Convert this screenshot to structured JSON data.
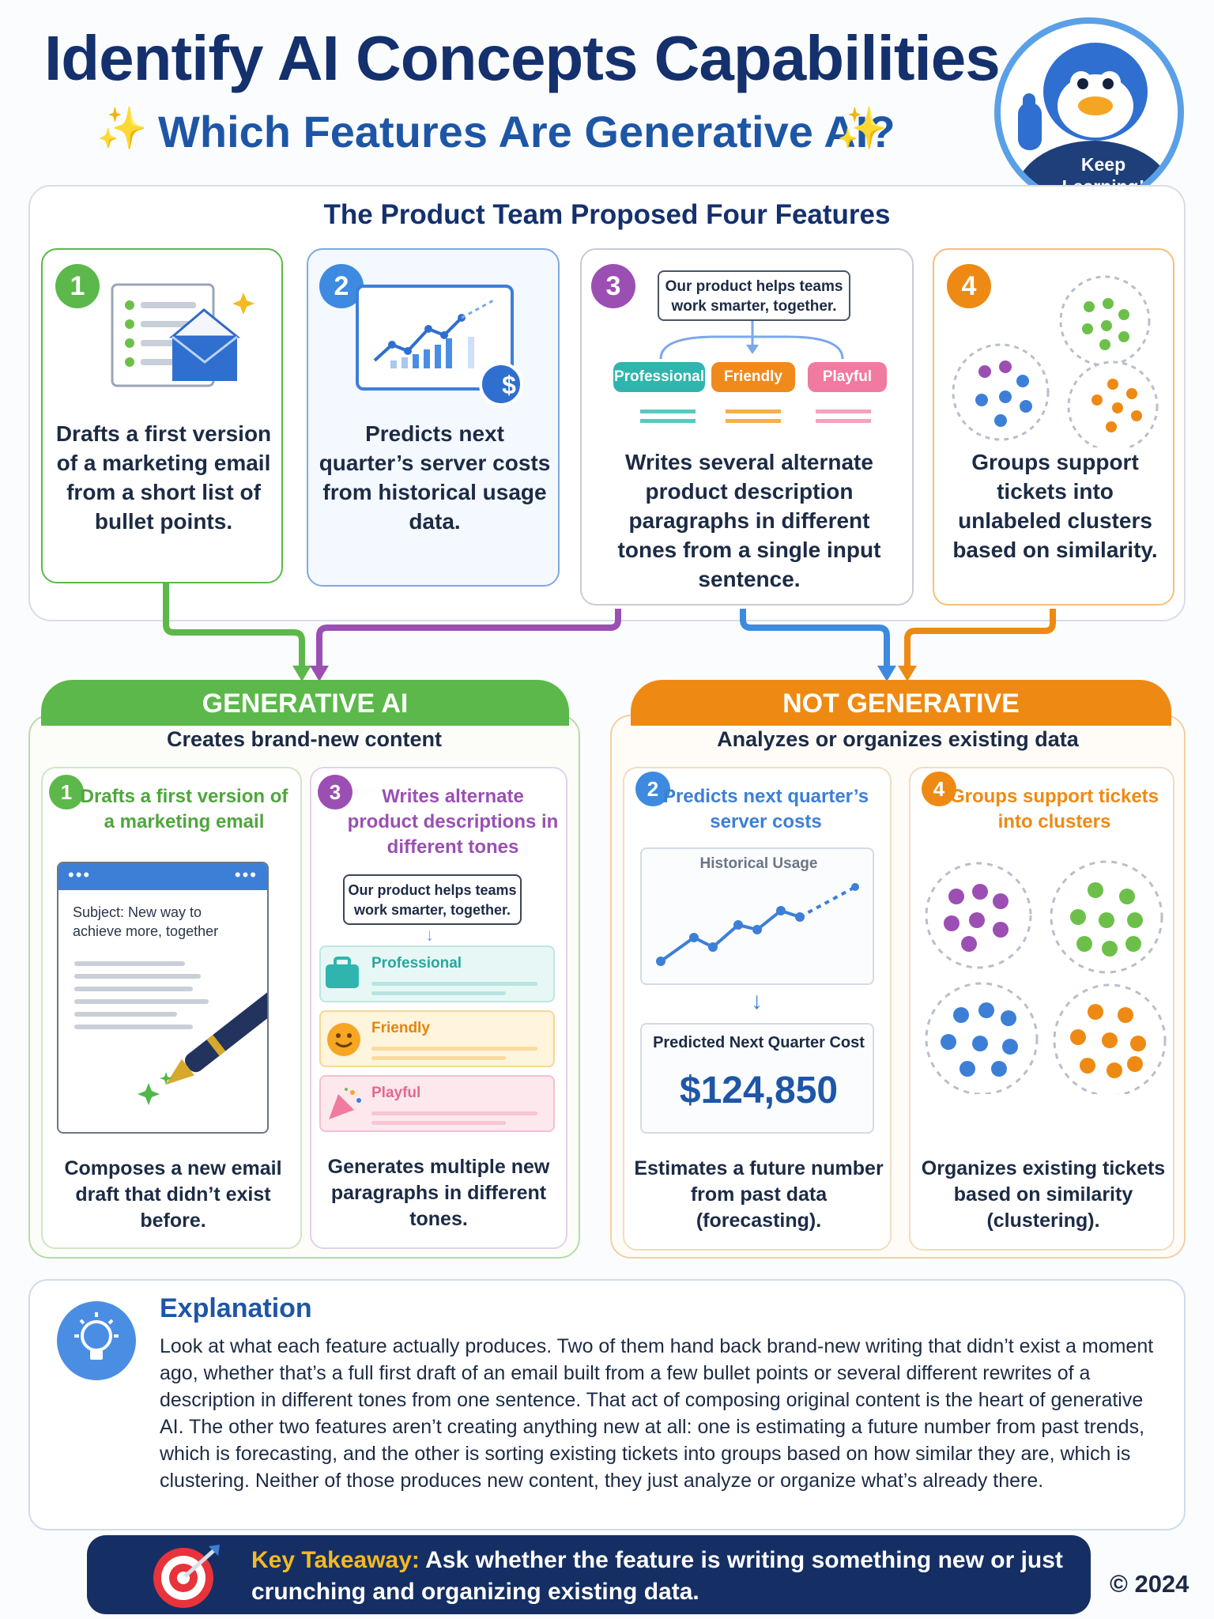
{
  "header": {
    "title": "Identify AI Concepts Capabilities",
    "subtitle": "Which Features Are Generative AI?",
    "mascot_label": "Keep Learning!"
  },
  "proposed": {
    "heading": "The Product Team Proposed Four Features",
    "features": [
      {
        "number": "1",
        "text": "Drafts a first version of a marketing email from a short list of bullet points."
      },
      {
        "number": "2",
        "text": "Predicts next quarter’s server costs from historical usage data."
      },
      {
        "number": "3",
        "text": "Writes several alternate product description paragraphs in different tones from a single input sentence.",
        "input_sentence": "Our product helps teams work smarter, together.",
        "tones": [
          "Professional",
          "Friendly",
          "Playful"
        ]
      },
      {
        "number": "4",
        "text": "Groups support tickets into unlabeled clusters based on similarity."
      }
    ],
    "dollar_sign": "$"
  },
  "generative": {
    "label": "GENERATIVE AI",
    "caption": "Creates brand-new content",
    "items": [
      {
        "number": "1",
        "title": "Drafts a first version of a marketing email",
        "email_subject": "Subject: New way to achieve more, together",
        "desc": "Composes a new email draft that didn’t exist before."
      },
      {
        "number": "3",
        "title": "Writes alternate product descriptions in different tones",
        "input_sentence": "Our product helps teams work smarter, together.",
        "tones": [
          "Professional",
          "Friendly",
          "Playful"
        ],
        "desc": "Generates multiple new paragraphs in different tones."
      }
    ]
  },
  "not_generative": {
    "label": "NOT GENERATIVE",
    "caption": "Analyzes or organizes existing data",
    "items": [
      {
        "number": "2",
        "title": "Predicts next quarter’s server costs",
        "chart_label": "Historical Usage",
        "result_label": "Predicted Next Quarter Cost",
        "result_value": "$124,850",
        "desc": "Estimates a future number from past data (forecasting)."
      },
      {
        "number": "4",
        "title": "Groups support tickets into clusters",
        "desc": "Organizes existing tickets based on similarity (clustering)."
      }
    ]
  },
  "explanation": {
    "heading": "Explanation",
    "text": "Look at what each feature actually produces. Two of them hand back brand-new writing that didn’t exist a moment ago, whether that’s a full first draft of an email built from a few bullet points or several different rewrites of a description in different tones from one sentence. That act of composing original content is the heart of generative AI. The other two features aren’t creating anything new at all: one is estimating a future number from past trends, which is forecasting, and the other is sorting existing tickets into groups based on how similar they are, which is clustering. Neither of those produces new content, they just analyze or organize what’s already there."
  },
  "takeaway": {
    "label": "Key Takeaway:",
    "text": " Ask whether the feature is writing something new or just crunching and organizing existing data."
  },
  "copyright": "© 2024",
  "colors": {
    "green": "#5cb84a",
    "blue": "#3d8ae0",
    "purple": "#9b4fb3",
    "orange": "#ee8a13",
    "navy": "#14306d"
  }
}
